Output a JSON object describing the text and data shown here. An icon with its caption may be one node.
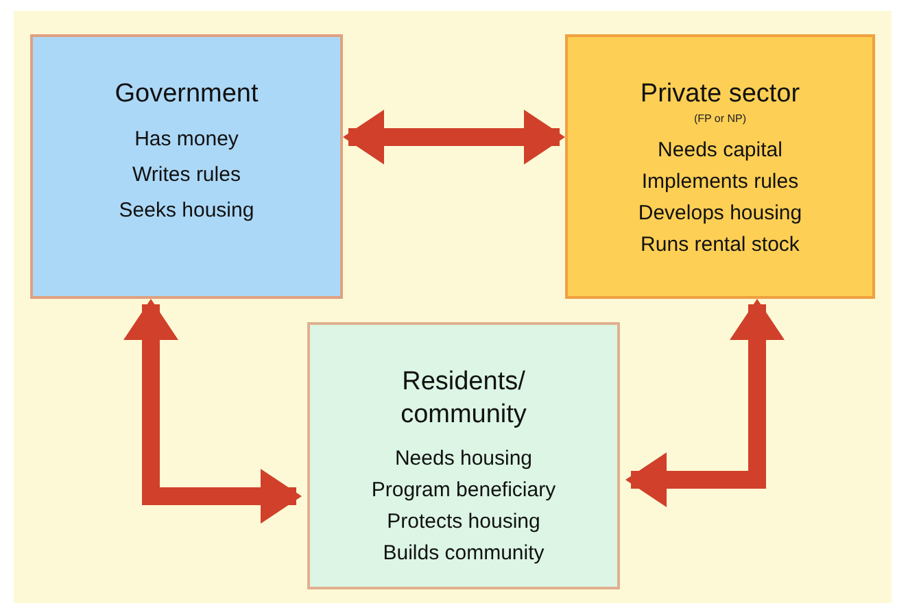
{
  "diagram": {
    "nodes": [
      {
        "text": [
          "Government",
          "Has money",
          "Writes rules",
          "Seeks housing"
        ]
      },
      {
        "text": [
          "Private sector",
          "(FP or NP)",
          "Needs capital",
          "Implements rules",
          "Develops housing",
          "Runs rental stock"
        ]
      },
      {
        "text": [
          "Residents/ community",
          "Needs housing",
          "Program beneficiary",
          "Protects housing",
          "Builds community"
        ]
      }
    ],
    "edges": [
      {
        "from": 0,
        "to": 1,
        "arrow": "both"
      },
      {
        "from": 0,
        "to": 2,
        "arrow": "both"
      },
      {
        "from": 1,
        "to": 2,
        "arrow": "both"
      }
    ]
  }
}
